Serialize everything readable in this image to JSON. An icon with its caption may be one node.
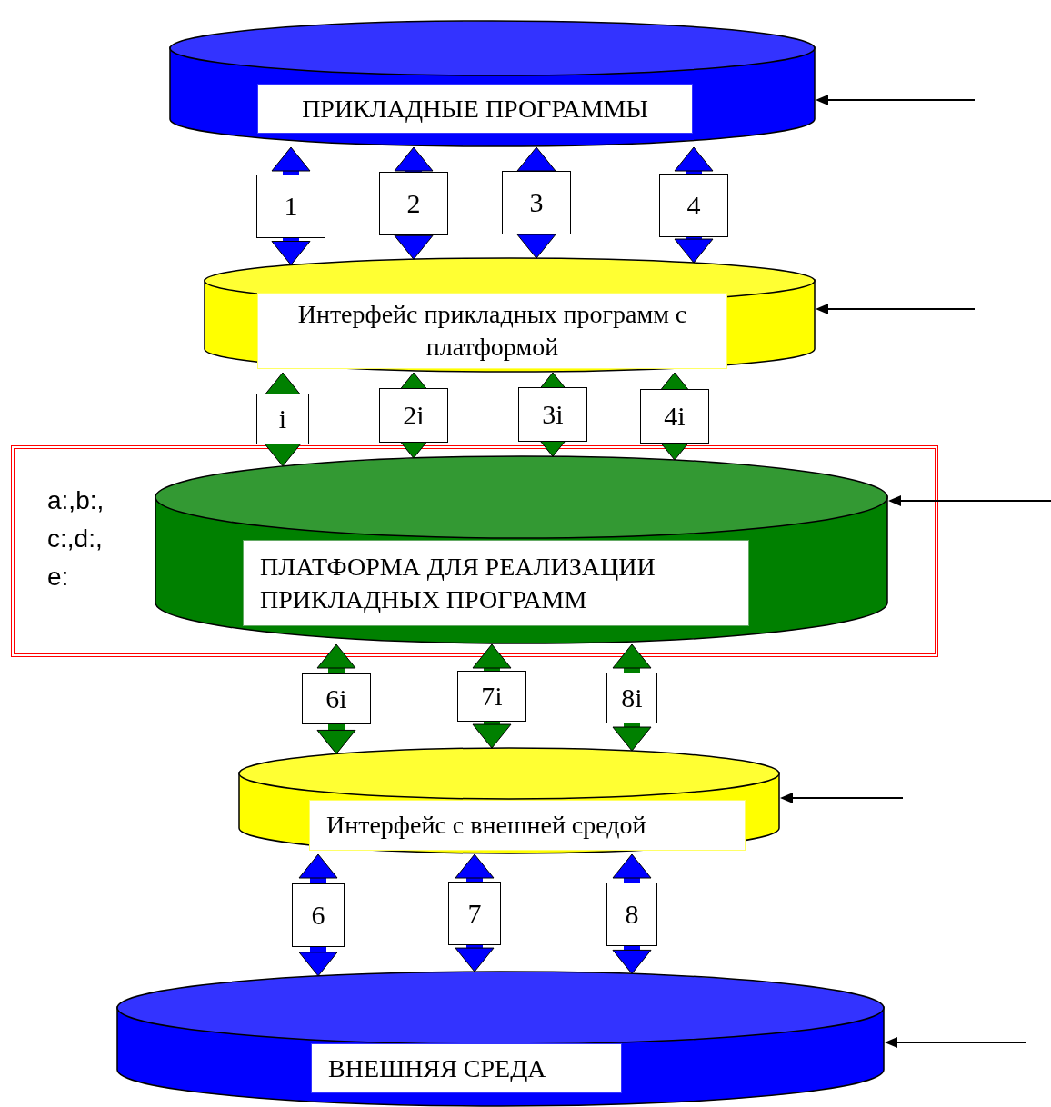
{
  "diagram": {
    "nodes": [
      {
        "text": [
          "ПРИКЛАДНЫЕ ПРОГРАММЫ"
        ]
      },
      {
        "text": [
          "Интерфейс прикладных программ с платформой"
        ]
      },
      {
        "text": [
          "a:,b:, c:,d:, e:"
        ]
      },
      {
        "text": [
          "ПЛАТФОРМА ДЛЯ РЕАЛИЗАЦИИ ПРИКЛАДНЫХ ПРОГРАММ"
        ],
        "in": 2
      },
      {
        "text": [
          "Интерфейс с внешней средой"
        ]
      },
      {
        "text": [
          "ВНЕШНЯЯ СРЕДА"
        ]
      }
    ],
    "edges": [
      {
        "from": 0,
        "to": 1,
        "arrow": "both",
        "label": "1",
        "color": "#0000ff"
      },
      {
        "from": 0,
        "to": 1,
        "arrow": "both",
        "label": "2",
        "color": "#0000ff"
      },
      {
        "from": 0,
        "to": 1,
        "arrow": "both",
        "label": "3",
        "color": "#0000ff"
      },
      {
        "from": 0,
        "to": 1,
        "arrow": "both",
        "label": "4",
        "color": "#0000ff"
      },
      {
        "from": 1,
        "to": 3,
        "arrow": "both",
        "label": "i",
        "color": "#008000"
      },
      {
        "from": 1,
        "to": 3,
        "arrow": "both",
        "label": "2i",
        "color": "#008000"
      },
      {
        "from": 1,
        "to": 3,
        "arrow": "both",
        "label": "3i",
        "color": "#008000"
      },
      {
        "from": 1,
        "to": 3,
        "arrow": "both",
        "label": "4i",
        "color": "#008000"
      },
      {
        "from": 3,
        "to": 4,
        "arrow": "both",
        "label": "6i",
        "color": "#008000"
      },
      {
        "from": 3,
        "to": 4,
        "arrow": "both",
        "label": "7i",
        "color": "#008000"
      },
      {
        "from": 3,
        "to": 4,
        "arrow": "both",
        "label": "8i",
        "color": "#008000"
      },
      {
        "from": 4,
        "to": 5,
        "arrow": "both",
        "label": "6",
        "color": "#0000ff"
      },
      {
        "from": 4,
        "to": 5,
        "arrow": "both",
        "label": "7",
        "color": "#0000ff"
      },
      {
        "from": 4,
        "to": 5,
        "arrow": "both",
        "label": "8",
        "color": "#0000ff"
      },
      {
        "from": null,
        "to": 0,
        "arrow": "to",
        "color": "#000000"
      },
      {
        "from": null,
        "to": 1,
        "arrow": "to",
        "color": "#000000"
      },
      {
        "from": null,
        "to": 3,
        "arrow": "to",
        "color": "#000000"
      },
      {
        "from": null,
        "to": 4,
        "arrow": "to",
        "color": "#000000"
      },
      {
        "from": null,
        "to": 5,
        "arrow": "to",
        "color": "#000000"
      }
    ]
  }
}
